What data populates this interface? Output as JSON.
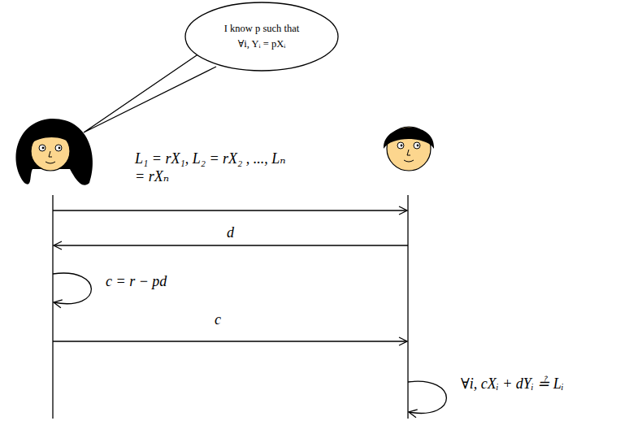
{
  "diagram": {
    "nodes": [
      {
        "text": [
          "I know p such that ∀i, Yᵢ = pXᵢ"
        ]
      }
    ],
    "labels": [
      "L₁ = rX₁, L₂ = rX₂ , ..., Lₙ = rXₙ",
      "d",
      "c = r − pd",
      "c",
      "∀i, cXᵢ + dYᵢ ≟ Lᵢ"
    ]
  }
}
